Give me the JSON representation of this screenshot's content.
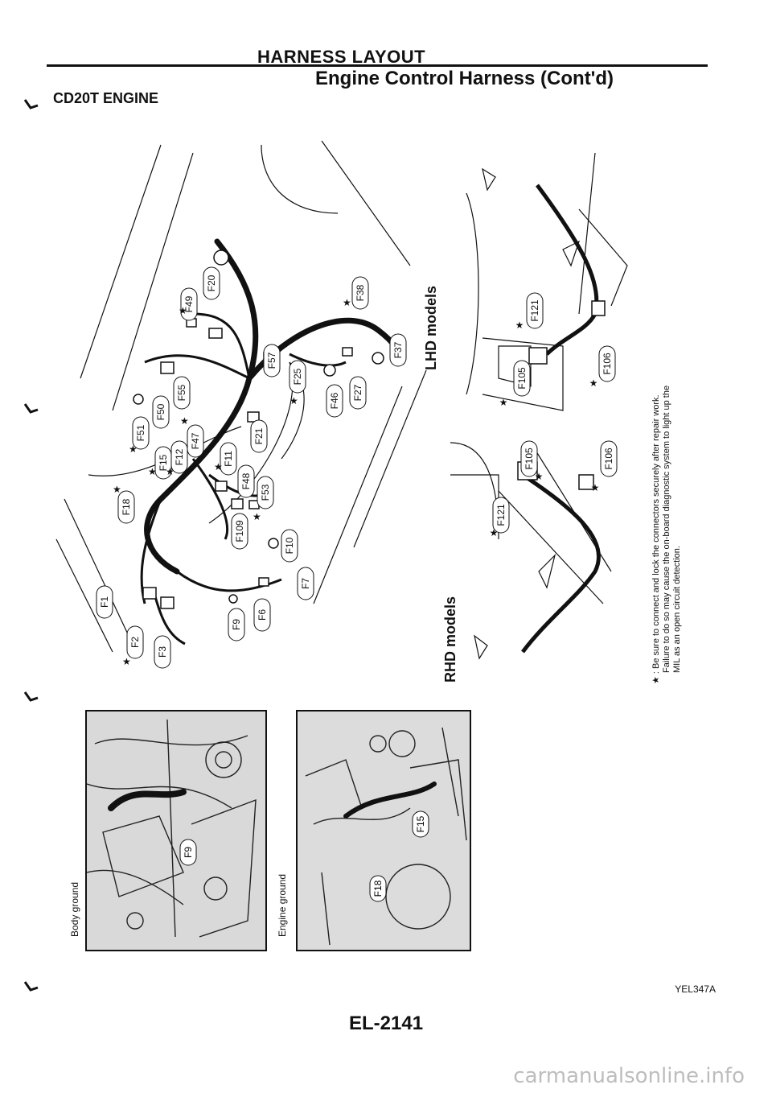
{
  "header": {
    "title": "HARNESS LAYOUT",
    "subtitle": "Engine Control Harness (Cont'd)"
  },
  "section": {
    "title": "CD20T ENGINE"
  },
  "diagram": {
    "lhd_label": "LHD models",
    "rhd_label": "RHD models",
    "note": {
      "line1": "★ : Be sure to connect and lock the connectors securely after repair work.",
      "line2": "Failure to do so may cause the on-board diagnostic system to light up the",
      "line3": "MIL as an open circuit detection."
    },
    "connectors": [
      "F49",
      "F20",
      "F38",
      "F37",
      "F57",
      "F25",
      "F46",
      "F27",
      "F55",
      "F50",
      "F51",
      "F47",
      "F21",
      "F15",
      "F12",
      "F11",
      "F48",
      "F53",
      "F18",
      "F109",
      "F10",
      "F7",
      "F1",
      "F2",
      "F3",
      "F9",
      "F6",
      "F121",
      "F105",
      "F106"
    ]
  },
  "photos": {
    "left_label": "Body ground",
    "right_label": "Engine ground",
    "left_callout": "F9",
    "right_callouts": [
      "F15",
      "F18"
    ]
  },
  "figure_id": "YEL347A",
  "page_number": "EL-2141",
  "watermark": "carmanualsonline.info"
}
